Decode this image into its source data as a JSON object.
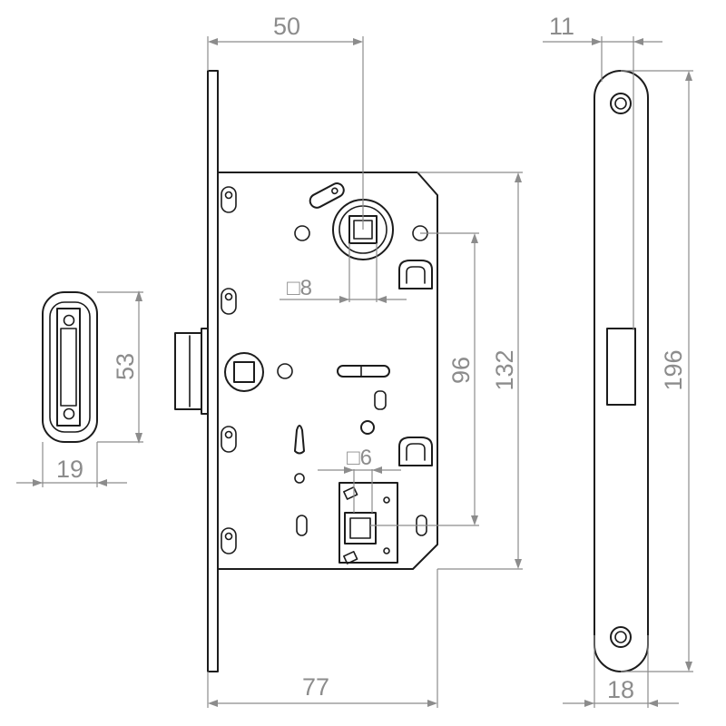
{
  "dimensions": {
    "backset": "50",
    "faceplate_thickness": "11",
    "spindle_square": "□8",
    "case_height": "132",
    "handle_to_cylinder": "96",
    "total_height": "196",
    "turn_square": "□6",
    "striker_height": "53",
    "striker_width": "19",
    "case_depth": "77",
    "faceplate_width": "18"
  },
  "colors": {
    "line": "#1c1c1c",
    "dimension": "#8c8c8c"
  }
}
